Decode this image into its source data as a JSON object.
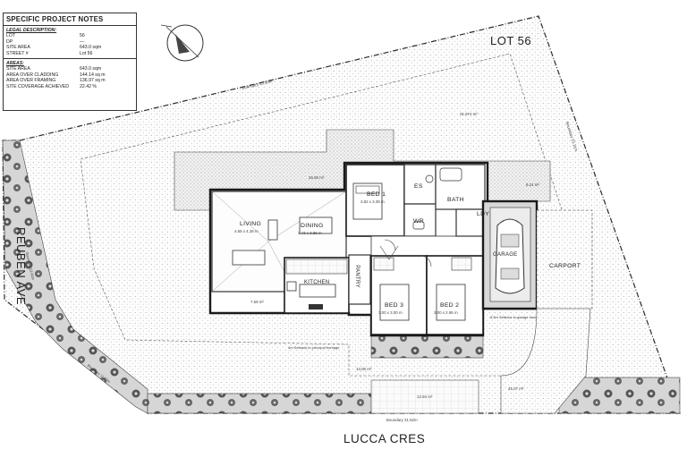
{
  "notes": {
    "title": "SPECIFIC PROJECT NOTES",
    "legal_heading": "LEGAL DESCRIPTION:",
    "legal_rows": [
      {
        "k": "LOT",
        "v": "56"
      },
      {
        "k": "DP",
        "v": "—"
      },
      {
        "k": "SITE AREA",
        "v": "643.0 sqm"
      },
      {
        "k": "STREET #",
        "v": "Lot 56"
      }
    ],
    "areas_heading": "AREAS:",
    "area_rows": [
      {
        "k": "SITE AREA",
        "v": "643.0 sqm"
      },
      {
        "k": "AREA OVER CLADDING",
        "v": "144.14 sq m"
      },
      {
        "k": "AREA OVER FRAMING",
        "v": "136.97 sq m"
      },
      {
        "k": "SITE COVERAGE ACHIEVED",
        "v": "22.42 %"
      }
    ]
  },
  "lot_label": "LOT 56",
  "streets": {
    "left": "REUBEN AVE",
    "bottom": "LUCCA CRES"
  },
  "boundaries": {
    "top": "Boundary 33.50m",
    "right": "Boundary 23.11m",
    "bottom": "Boundary 31.52m",
    "left_upper": "Boundary 13.93m",
    "left_lower": "Boundary 11.50m"
  },
  "rooms": {
    "living": {
      "name": "LIVING",
      "size": "4.65 x 4.28 m"
    },
    "dining": {
      "name": "DINING",
      "size": "3.43 x 3.85 m"
    },
    "bed1": {
      "name": "BED 1",
      "size": "3.82 x 3.39 m"
    },
    "ens": {
      "name": "ES"
    },
    "wr": {
      "name": "WR"
    },
    "bath": {
      "name": "BATH"
    },
    "kitchen": {
      "name": "KITCHEN"
    },
    "pantry": {
      "name": "PANTRY"
    },
    "bed3": {
      "name": "BED 3",
      "size": "3.00 x 3.00 m"
    },
    "bed2": {
      "name": "BED 2",
      "size": "3.00 x 2.95 m"
    },
    "garage": {
      "name": "GARAGE"
    },
    "carport": {
      "name": "CARPORT"
    },
    "laundry": {
      "name": "LDY"
    }
  },
  "areas": {
    "main_yard": "31.574 m²",
    "top_patio": "26.59 m²",
    "right_small": "8.24 m²",
    "left_strip": "7.59 m²",
    "front_left": "14.06 m²",
    "front_mid": "12.94 m²",
    "front_right": "45.07 m²"
  },
  "setbacks": {
    "front": "4m Setback to principal frontage",
    "side": "8.5m Setback to garage door"
  },
  "colors": {
    "line": "#2b2b2b",
    "shade": "#d8d8d8",
    "hatch": "#b5b5b5"
  }
}
